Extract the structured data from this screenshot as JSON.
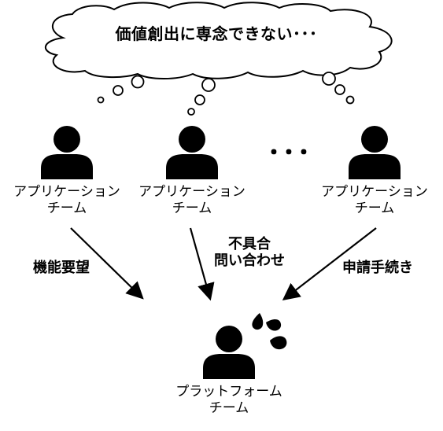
{
  "thought_cloud": {
    "text": "価値創出に専念できない･･･"
  },
  "app_teams": [
    {
      "line1": "アプリケーション",
      "line2": "チーム"
    },
    {
      "line1": "アプリケーション",
      "line2": "チーム"
    },
    {
      "line1": "アプリケーション",
      "line2": "チーム"
    }
  ],
  "ellipsis": "･･･",
  "requests": {
    "left": "機能要望",
    "middle_line1": "不具合",
    "middle_line2": "問い合わせ",
    "right": "申請手続き"
  },
  "platform_team": {
    "line1": "プラットフォーム",
    "line2": "チーム"
  },
  "icons": {
    "person": "person-icon",
    "sweat": "sweat-drops-icon",
    "cloud": "thought-cloud-icon"
  },
  "colors": {
    "ink": "#000000",
    "background": "#ffffff"
  }
}
